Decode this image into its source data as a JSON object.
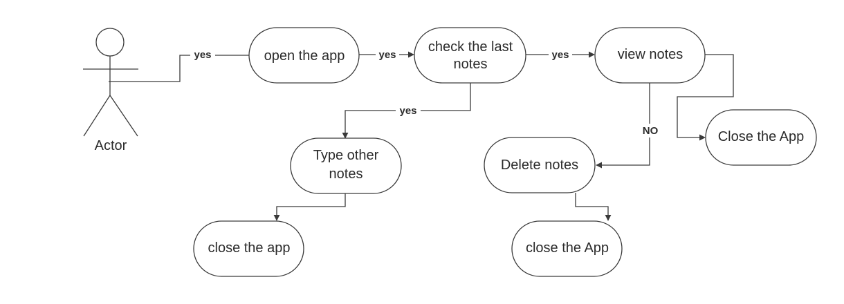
{
  "actor": {
    "label": "Actor"
  },
  "nodes": {
    "open_app": [
      "open the app"
    ],
    "check_notes": [
      "check the last",
      "notes"
    ],
    "view_notes": [
      "view notes"
    ],
    "type_notes": [
      "Type other",
      "notes"
    ],
    "delete_notes": [
      "Delete notes"
    ],
    "close_app_right": [
      "Close the App"
    ],
    "close_app_left": [
      "close the app"
    ],
    "close_app_middle": [
      "close the App"
    ]
  },
  "edges": {
    "actor_to_open": "yes",
    "open_to_check": "yes",
    "check_to_view": "yes",
    "check_to_type": "yes",
    "view_to_delete": "NO"
  },
  "colors": {
    "stroke": "#3a3a3a",
    "text": "#2b2b2b",
    "background": "#ffffff"
  }
}
